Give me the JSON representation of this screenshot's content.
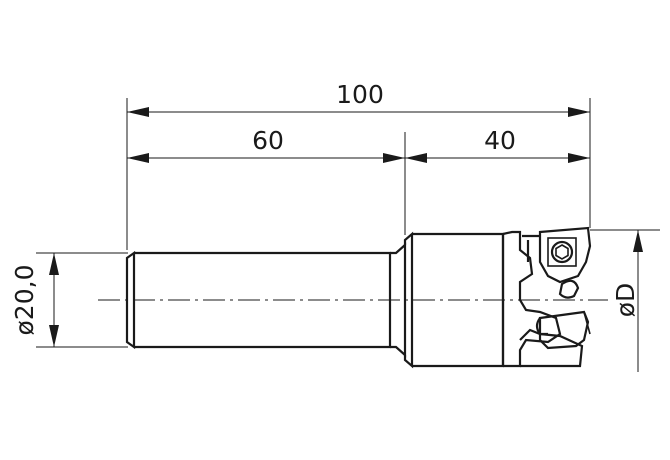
{
  "dimensions": {
    "overall_length": "100",
    "shank_length": "60",
    "head_length": "40",
    "shank_diameter": "ø20,0",
    "cutting_diameter": "øD"
  },
  "colors": {
    "line": "#1a1a1a",
    "background": "#ffffff"
  }
}
